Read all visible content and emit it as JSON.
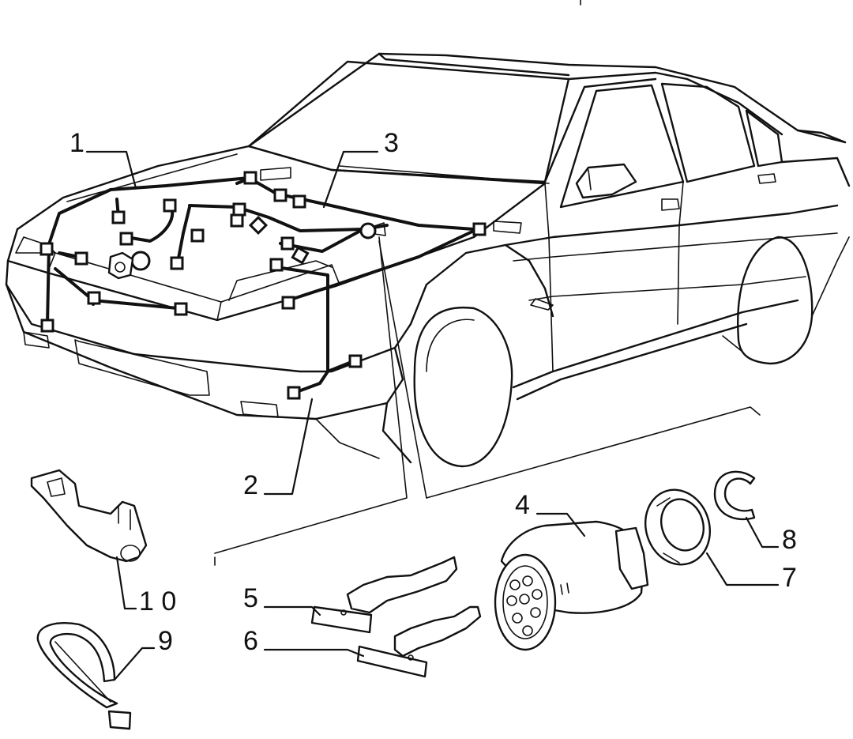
{
  "diagram": {
    "callouts": [
      {
        "id": "1",
        "label": "1"
      },
      {
        "id": "2",
        "label": "2"
      },
      {
        "id": "3",
        "label": "3"
      },
      {
        "id": "4",
        "label": "4"
      },
      {
        "id": "5",
        "label": "5"
      },
      {
        "id": "6",
        "label": "6"
      },
      {
        "id": "7",
        "label": "7"
      },
      {
        "id": "8",
        "label": "8"
      },
      {
        "id": "9",
        "label": "9"
      },
      {
        "id": "10",
        "label": "1 0"
      }
    ]
  }
}
